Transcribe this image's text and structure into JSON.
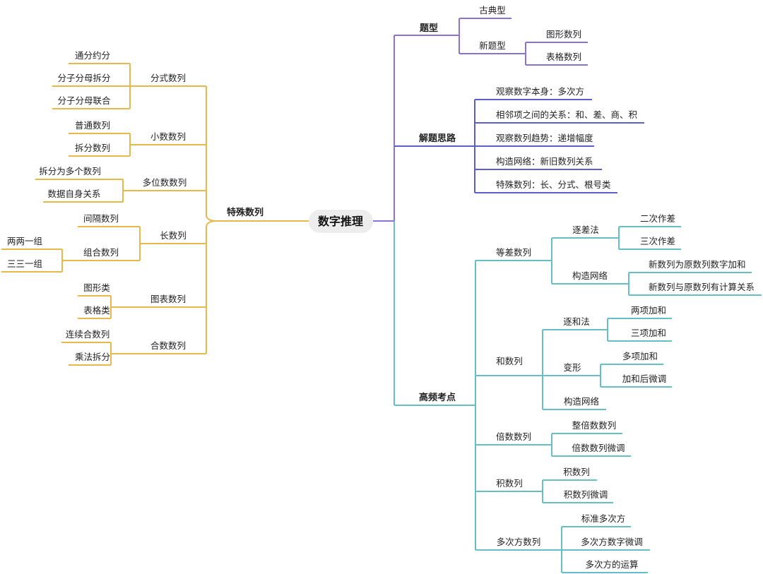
{
  "colors": {
    "yellow": "#E8B94A",
    "purple": "#8C71D6",
    "navy": "#5C5FC9",
    "teal": "#67BFC6",
    "root_bg": "#EDEDED"
  },
  "root": "数字推理",
  "left": {
    "label": "特殊数列",
    "groups": [
      {
        "label": "分式数列",
        "items": [
          "通分约分",
          "分子分母拆分",
          "分子分母联合"
        ]
      },
      {
        "label": "小数数列",
        "items": [
          "普通数列",
          "拆分数列"
        ]
      },
      {
        "label": "多位数数列",
        "items": [
          "拆分为多个数列",
          "数据自身关系"
        ]
      },
      {
        "label": "长数列",
        "items": [
          "间隔数列",
          "组合数列"
        ],
        "sub": [
          "两两一组",
          "三三一组"
        ]
      },
      {
        "label": "图表数列",
        "items": [
          "图形类",
          "表格类"
        ]
      },
      {
        "label": "合数数列",
        "items": [
          "连续合数列",
          "乘法拆分"
        ]
      }
    ]
  },
  "types": {
    "label": "题型",
    "classic": "古典型",
    "new": "新题型",
    "new_items": [
      "图形数列",
      "表格数列"
    ]
  },
  "ideas": {
    "label": "解题思路",
    "items": [
      "观察数字本身：多次方",
      "相邻项之间的关系：和、差、商、积",
      "观察数列趋势：递增幅度",
      "构造网络：新旧数列关系",
      "特殊数列：长、分式、根号类"
    ]
  },
  "hot": {
    "label": "高频考点",
    "arith": {
      "label": "等差数列",
      "m1": "逐差法",
      "m1_items": [
        "二次作差",
        "三次作差"
      ],
      "m2": "构造网络",
      "m2_items": [
        "新数列为原数列数字加和",
        "新数列与原数列有计算关系"
      ]
    },
    "sum": {
      "label": "和数列",
      "m1": "逐和法",
      "m1_items": [
        "两项加和",
        "三项加和"
      ],
      "m2": "变形",
      "m2_items": [
        "多项加和",
        "加和后微调"
      ],
      "m3": "构造网络"
    },
    "mult": {
      "label": "倍数数列",
      "items": [
        "整倍数数列",
        "倍数数列微调"
      ]
    },
    "prod": {
      "label": "积数列",
      "items": [
        "积数列",
        "积数列微调"
      ]
    },
    "power": {
      "label": "多次方数列",
      "items": [
        "标准多次方",
        "多次方数字微调",
        "多次方的运算"
      ]
    }
  }
}
